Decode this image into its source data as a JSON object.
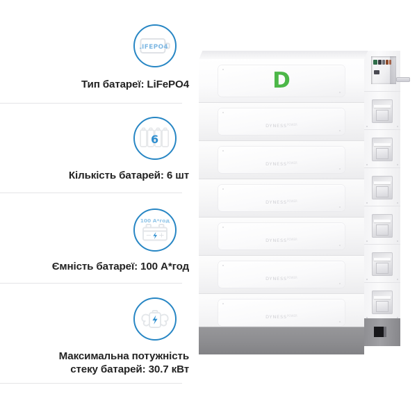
{
  "page": {
    "background_color": "#ffffff",
    "accent_color": "#2786c4",
    "brand_green": "#4cb748",
    "divider_color": "#e4e4e6"
  },
  "specs": [
    {
      "icon_name": "lifepo4-battery-icon",
      "icon_text": "LIFEPO4",
      "label": "Тип батареї: LiFePO4"
    },
    {
      "icon_name": "battery-count-icon",
      "icon_text": "6",
      "label": "Кількість батарей: 6 шт"
    },
    {
      "icon_name": "battery-capacity-icon",
      "icon_text": "100 A*год",
      "label": "Ємність батареї: 100 A*год"
    },
    {
      "icon_name": "max-power-icon",
      "icon_text": "",
      "label_line1": "Максимальна потужність",
      "label_line2": "стеку батарей: 30.7 кВт",
      "label": "Максимальна потужність стеку батарей: 30.7 кВт"
    }
  ],
  "product": {
    "name": "dyness-battery-stack",
    "brand": "DYNESS",
    "brand_tm": "POWER",
    "logo_letter": "D",
    "module_count": 7,
    "modules": [
      {
        "brand": "DYNESS",
        "has_logo": true
      },
      {
        "brand": "DYNESS",
        "has_logo": false
      },
      {
        "brand": "DYNESS",
        "has_logo": false
      },
      {
        "brand": "DYNESS",
        "has_logo": false
      },
      {
        "brand": "DYNESS",
        "has_logo": false
      },
      {
        "brand": "DYNESS",
        "has_logo": false
      },
      {
        "brand": "DYNESS",
        "has_logo": false
      }
    ],
    "base_color": "#8d8d90"
  }
}
